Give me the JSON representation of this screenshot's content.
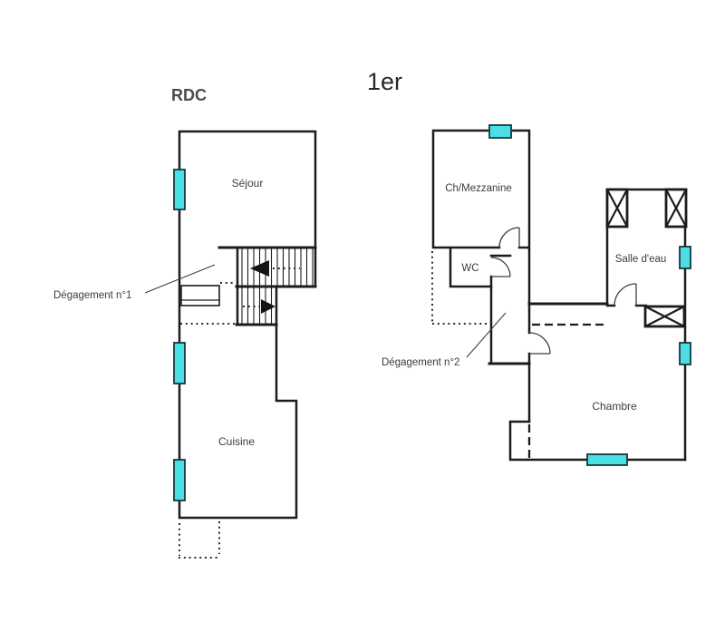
{
  "colors": {
    "window": "#4BDFE5",
    "wall": "#1c1c1c",
    "text": "#3c3c3c"
  },
  "rdc": {
    "title": "RDC",
    "rooms": {
      "sejour": "Séjour",
      "cuisine": "Cuisine",
      "degagement1": "Dégagement n°1"
    }
  },
  "premier": {
    "title": "1er",
    "rooms": {
      "mezzanine": "Ch/Mezzanine",
      "wc": "WC",
      "salle_eau": "Salle d'eau",
      "chambre": "Chambre",
      "degagement2": "Dégagement n°2"
    }
  }
}
